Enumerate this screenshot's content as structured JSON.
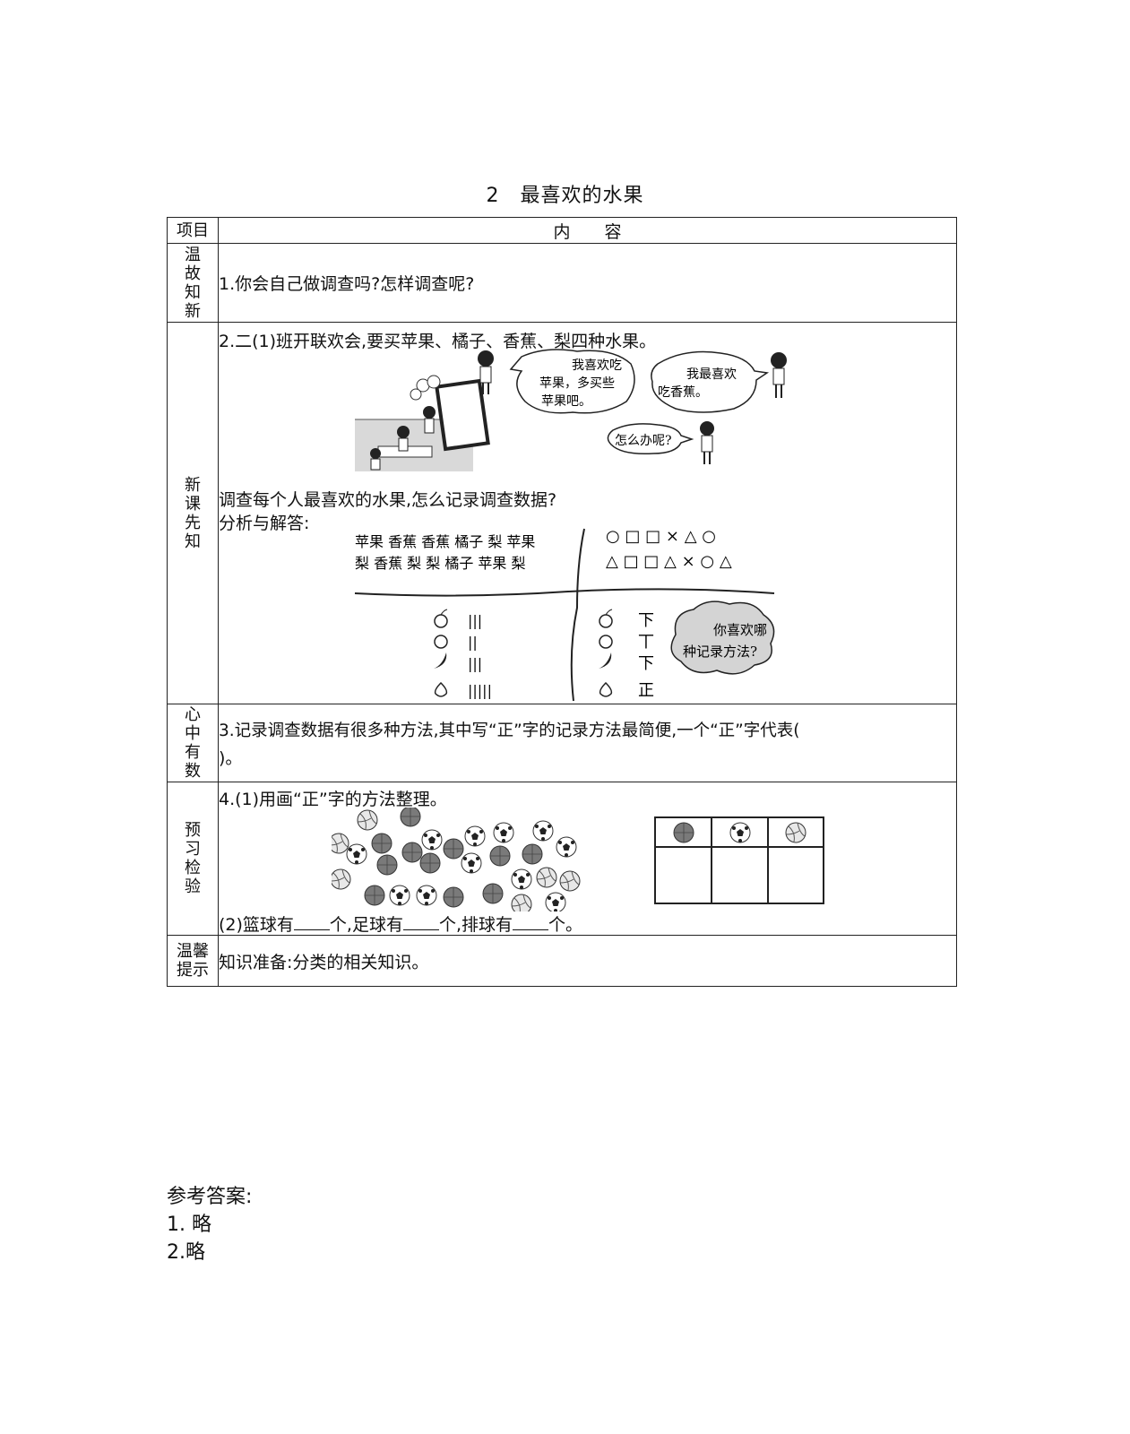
{
  "title": "2　最喜欢的水果",
  "table": {
    "header_label": "项目",
    "header_content": "内　　容",
    "rows": {
      "review": {
        "label_chars": [
          "温",
          "故",
          "知",
          "新"
        ],
        "q1": "1.你会自己做调查吗?怎样调查呢?"
      },
      "preview": {
        "label_chars": [
          "新",
          "课",
          "先",
          "知"
        ],
        "q2": "2.二(1)班开联欢会,要买苹果、橘子、香蕉、梨四种水果。",
        "bubble1_line1": "我喜欢吃",
        "bubble1_line2": "苹果，多买些",
        "bubble1_line3": "苹果吧。",
        "bubble2_line1": "我最喜欢",
        "bubble2_line2": "吃香蕉。",
        "bubble3": "怎么办呢?",
        "survey_question": "调查每个人最喜欢的水果,怎么记录调查数据?",
        "analysis_label": "分析与解答:",
        "fruit_line1": "苹果  香蕉  香蕉  橘子  梨  苹果",
        "fruit_line2": "梨  香蕉  梨  梨  橘子  苹果  梨",
        "shapes_line1": "○ □ □ × △ ○",
        "shapes_line2": "△ □ □  △ × ○ △",
        "tally_strokes": [
          "|||",
          "||",
          "|||",
          "|||||"
        ],
        "zheng_tallies": [
          "下",
          "丅",
          "下",
          "正"
        ],
        "bubble4_line1": "你喜欢哪",
        "bubble4_line2": "种记录方法?"
      },
      "heart": {
        "label_chars": [
          "心",
          "中",
          "有",
          "数"
        ],
        "q3_line1": "3.记录调查数据有很多种方法,其中写“正”字的记录方法最简便,一个“正”字代表(",
        "q3_line2": ")。"
      },
      "check": {
        "label_chars": [
          "预",
          "习",
          "检",
          "验"
        ],
        "q4": "4.(1)用画“正”字的方法整理。",
        "q4_2_part1": "(2)篮球有",
        "q4_2_part2": "个,足球有",
        "q4_2_part3": "个,排球有",
        "q4_2_part4": "个。"
      },
      "tip": {
        "label_line1": "温馨",
        "label_line2": "提示",
        "text": "知识准备:分类的相关知识。"
      }
    }
  },
  "answers": {
    "heading": "参考答案:",
    "items": [
      "1.  略",
      "2.略"
    ]
  },
  "colors": {
    "ink": "#111111",
    "basketball": "#7a7a7a",
    "border": "#222222"
  }
}
